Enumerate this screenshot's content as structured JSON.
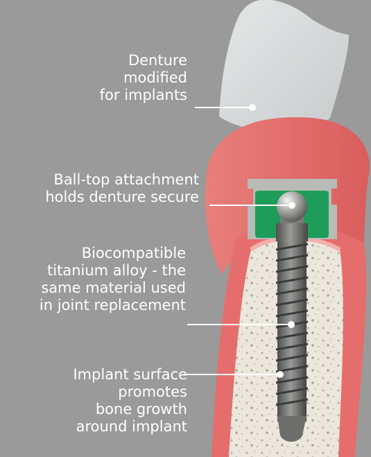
{
  "labels": {
    "denture": {
      "lines": [
        "Denture",
        "modified",
        "for implants"
      ]
    },
    "ball_top": {
      "lines": [
        "Ball-top attachment",
        "holds denture secure"
      ]
    },
    "titanium": {
      "lines": [
        "Biocompatible",
        "titanium alloy - the",
        "same material used",
        "in joint replacement"
      ]
    },
    "surface": {
      "lines": [
        "Implant surface",
        "promotes",
        "bone growth",
        "around implant"
      ]
    }
  },
  "colors": {
    "background": "#9a9a9a",
    "tooth": "#d7dcdc",
    "gum": "#e56e6c",
    "gum_light": "#f2a8a3",
    "bone": "#ebe6dc",
    "attachment_green": "#1f9c5a",
    "housing": "#b8bbb6",
    "titanium": "#6d6d6b",
    "text": "#ffffff"
  }
}
